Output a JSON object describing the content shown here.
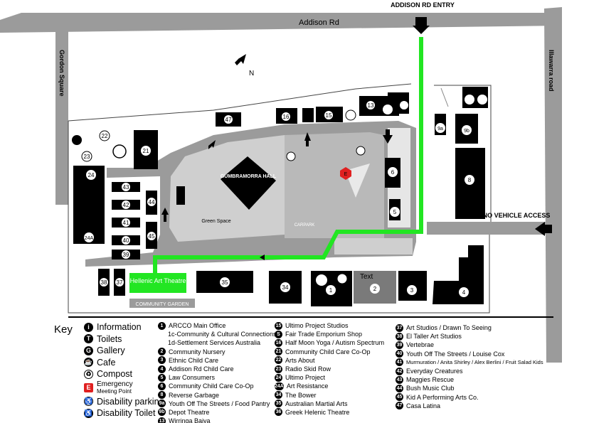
{
  "roads": {
    "addison": "Addison Rd",
    "gordon": "Gordon Square",
    "illawarra": "Illawarra road",
    "entry": "ADDISON RD ENTRY",
    "no_vehicle": "NO VEHICLE ACCESS"
  },
  "map_labels": {
    "north": "N",
    "hall": "GUMBRAMORRA HALL",
    "green_space": "Green Space",
    "carpark": "CARPARK",
    "theatre": "Hellenic Art Theatre",
    "garden": "COMMUNITY GARDEN",
    "text_label": "Text",
    "emergency_letter": "E"
  },
  "buildings": {
    "b1": "1",
    "b2": "2",
    "b3": "3",
    "b4": "4",
    "b5": "5",
    "b6": "6",
    "b8": "8",
    "b9a": "9a",
    "b9b": "9b",
    "b13": "13",
    "b15": "15",
    "b16": "16",
    "b21": "21",
    "b22": "22",
    "b23": "23",
    "b24": "24",
    "b24a": "24A",
    "b34": "34",
    "b35": "35",
    "b37": "37",
    "b38": "38",
    "b39": "39",
    "b40": "40",
    "b41": "41",
    "b42": "42",
    "b43": "43",
    "b44": "44",
    "b45": "45",
    "b47": "47"
  },
  "key": {
    "title": "Key",
    "items": [
      {
        "icon": "info-icon",
        "symbol": "i",
        "label": "Information"
      },
      {
        "icon": "toilets-icon",
        "symbol": "T",
        "label": "Toilets"
      },
      {
        "icon": "gallery-icon",
        "symbol": "G",
        "label": "Gallery"
      },
      {
        "icon": "cafe-icon",
        "symbol": "☕",
        "label": "Cafe"
      },
      {
        "icon": "compost-icon",
        "symbol": "♻",
        "label": "Compost"
      },
      {
        "icon": "emergency-icon",
        "symbol": "E",
        "label": "Emergency",
        "label2": "Meeting Point"
      },
      {
        "icon": "disability-parking-icon",
        "symbol": "♿",
        "label": "Disability parking"
      },
      {
        "icon": "disability-toilet-icon",
        "symbol": "♿",
        "label": "Disability Toilet"
      }
    ]
  },
  "legend_col1": [
    {
      "n": "1",
      "label": "ARCCO Main Office"
    },
    {
      "n": "",
      "label": "1c-Community & Cultural Connections"
    },
    {
      "n": "",
      "label": "1d-Settlement Services Australia"
    },
    {
      "n": "2",
      "label": "Community Nursery"
    },
    {
      "n": "3",
      "label": "Ethnic Child Care"
    },
    {
      "n": "4",
      "label": "Addison Rd Child Care"
    },
    {
      "n": "5",
      "label": "Law Consumers"
    },
    {
      "n": "6",
      "label": "Community Child Care Co-Op"
    },
    {
      "n": "8",
      "label": "Reverse Garbage"
    },
    {
      "n": "9a",
      "label": "Youth Off The Streets / Food Pantry"
    },
    {
      "n": "9b",
      "label": "Depot Theatre"
    },
    {
      "n": "13",
      "label": "Wirringa Baiya"
    }
  ],
  "legend_col2": [
    {
      "n": "15",
      "label": "Ultimo Project Studios"
    },
    {
      "n": "S",
      "label": "Fair Trade Emporium Shop"
    },
    {
      "n": "16",
      "label": "Half Moon Yoga / Autism Spectrum"
    },
    {
      "n": "21",
      "label": "Community Child Care Co-Op"
    },
    {
      "n": "22",
      "label": "Arts About"
    },
    {
      "n": "23",
      "label": "Radio Skid Row"
    },
    {
      "n": "24",
      "label": "Ultimo Project"
    },
    {
      "n": "24A",
      "label": "Art Resistance"
    },
    {
      "n": "34",
      "label": "The Bower"
    },
    {
      "n": "35",
      "label": "Australian Martial Arts"
    },
    {
      "n": "36",
      "label": "Greek Helenic Theatre"
    }
  ],
  "legend_col3": [
    {
      "n": "37",
      "label": "Art Studios / Drawn To Seeing"
    },
    {
      "n": "38",
      "label": "El Taller Art Studios"
    },
    {
      "n": "39",
      "label": "Vertebrae"
    },
    {
      "n": "40",
      "label": "Youth Off The Streets / Louise Cox"
    },
    {
      "n": "41",
      "label": "Murmuration / Anita Shirley / Alex Berlini / Fruit Salad Kids"
    },
    {
      "n": "42",
      "label": "Everyday Creatures"
    },
    {
      "n": "43",
      "label": "Maggies Rescue"
    },
    {
      "n": "44",
      "label": "Bush Music Club"
    },
    {
      "n": "45",
      "label": "Kid A Performing Arts Co."
    },
    {
      "n": "47",
      "label": "Casa Latina"
    }
  ],
  "colors": {
    "road": "#9b9b9b",
    "path": "#22e622",
    "building": "#000000",
    "pavement": "#c8c8c8",
    "emergency": "#e02020"
  }
}
